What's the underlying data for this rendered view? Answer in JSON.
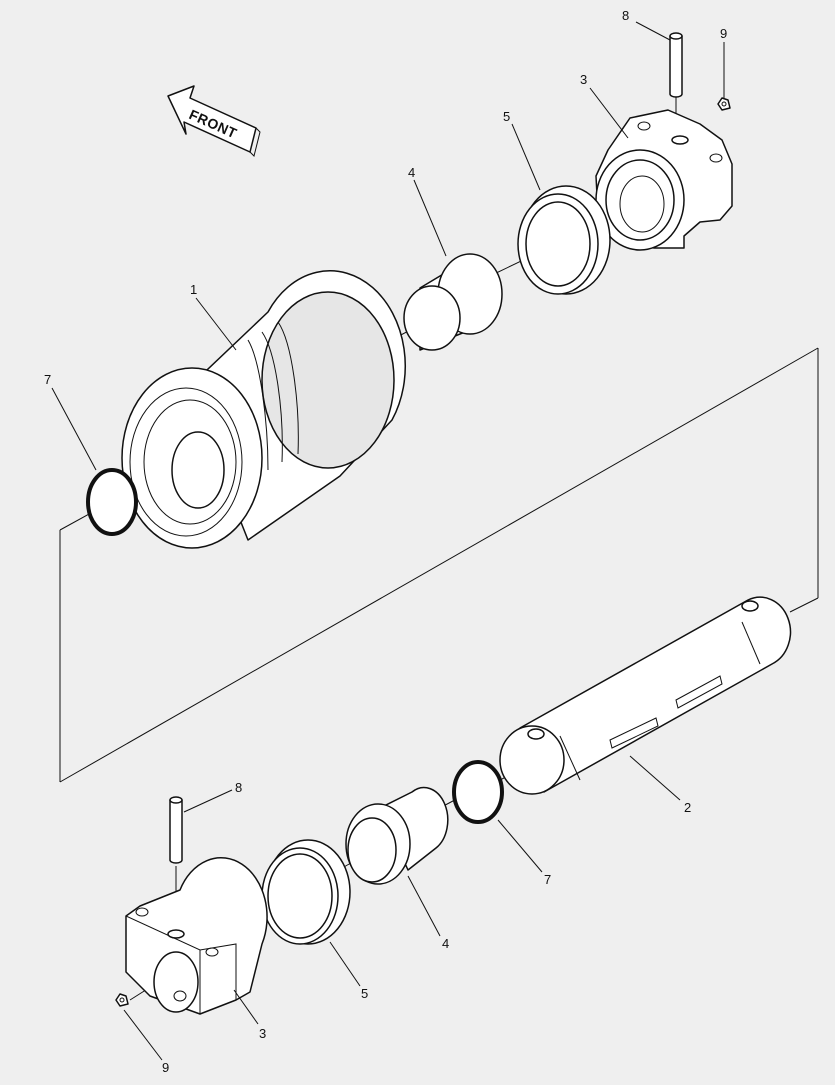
{
  "direction_label": "FRONT",
  "callouts": {
    "pin_top": "8",
    "bolt_top": "9",
    "bracket_top": "3",
    "seal_ring_top": "5",
    "bushing_top": "4",
    "roller": "1",
    "oring_top": "7",
    "shaft": "2",
    "oring_bottom": "7",
    "pin_bottom": "8",
    "bushing_bottom": "4",
    "seal_ring_bottom": "5",
    "bracket_bottom": "3",
    "bolt_bottom": "9"
  }
}
